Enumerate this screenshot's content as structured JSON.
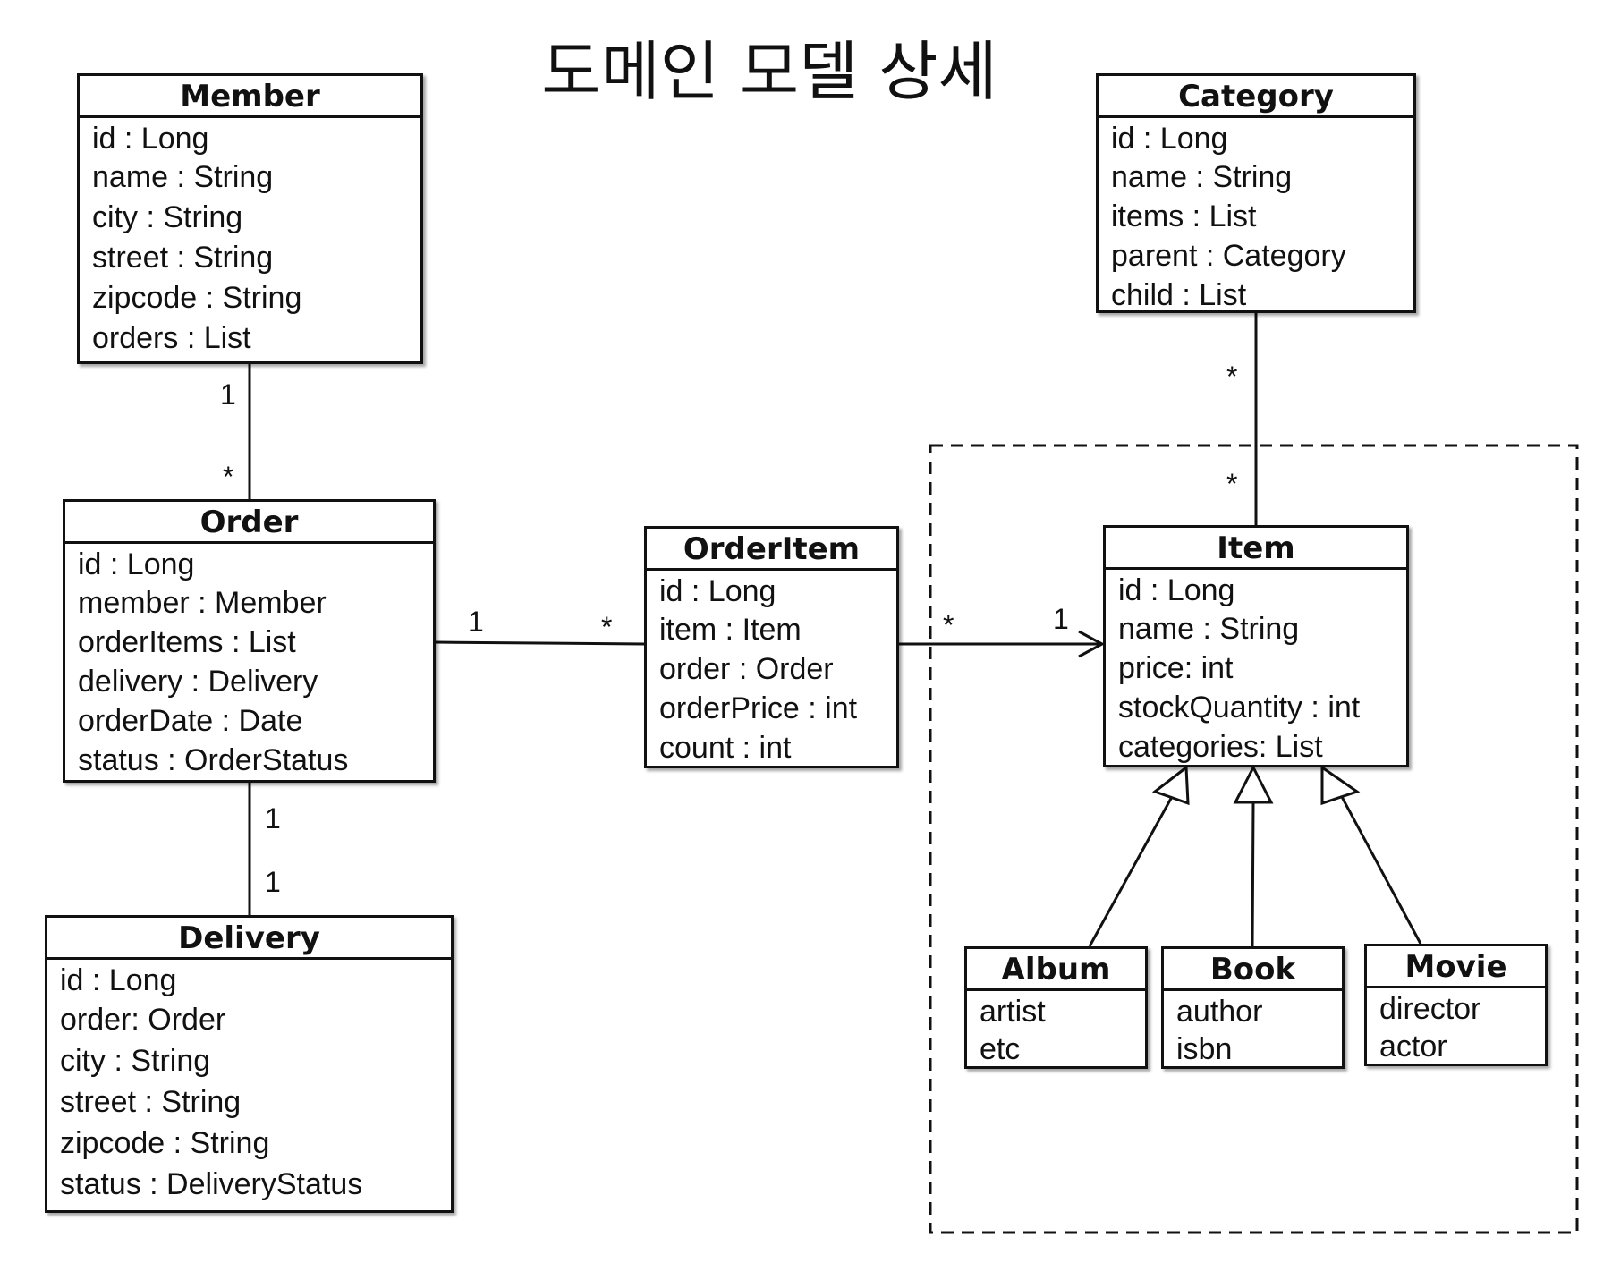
{
  "title": "도메인 모델 상세",
  "classes": {
    "member": {
      "name": "Member",
      "attrs": [
        "id : Long",
        "name : String",
        "city : String",
        "street : String",
        "zipcode : String",
        "orders : List"
      ]
    },
    "order": {
      "name": "Order",
      "attrs": [
        "id : Long",
        "member : Member",
        "orderItems : List",
        "delivery : Delivery",
        "orderDate : Date",
        "status : OrderStatus"
      ]
    },
    "delivery": {
      "name": "Delivery",
      "attrs": [
        "id : Long",
        "order: Order",
        "city : String",
        "street : String",
        "zipcode : String",
        "status : DeliveryStatus"
      ]
    },
    "orderitem": {
      "name": "OrderItem",
      "attrs": [
        "id : Long",
        "item : Item",
        "order : Order",
        "orderPrice : int",
        "count : int"
      ]
    },
    "category": {
      "name": "Category",
      "attrs": [
        "id : Long",
        "name : String",
        "items : List",
        "parent : Category",
        "child : List"
      ]
    },
    "item": {
      "name": "Item",
      "attrs": [
        "id : Long",
        "name : String",
        "price: int",
        "stockQuantity : int",
        "categories: List"
      ]
    },
    "album": {
      "name": "Album",
      "attrs": [
        "artist",
        "etc"
      ]
    },
    "book": {
      "name": "Book",
      "attrs": [
        "author",
        "isbn"
      ]
    },
    "movie": {
      "name": "Movie",
      "attrs": [
        "director",
        "actor"
      ]
    }
  },
  "multiplicities": {
    "member_side": "1",
    "order_member_side": "*",
    "order_orderitem_side": "1",
    "orderitem_order_side": "*",
    "orderitem_item_side": "*",
    "item_orderitem_side": "1",
    "category_item_side": "*",
    "item_category_side": "*",
    "order_delivery_side": "1",
    "delivery_order_side": "1"
  }
}
